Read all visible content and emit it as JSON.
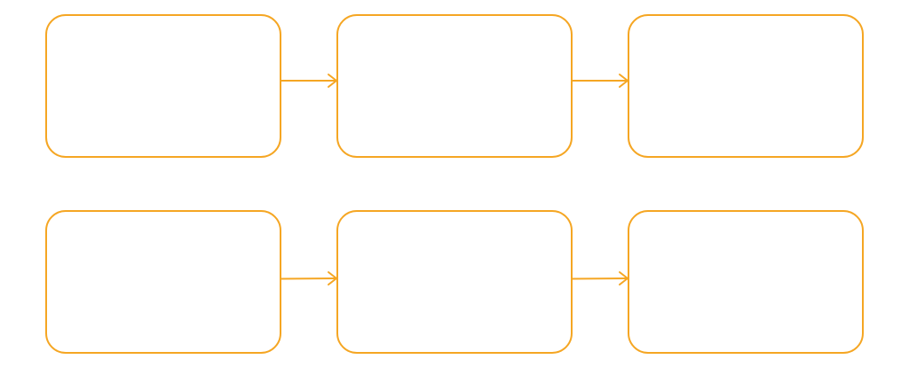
{
  "diagram": {
    "stroke_color": "#F5A623",
    "background": "#ffffff",
    "rows": [
      {
        "nodes": [
          {
            "label": ""
          },
          {
            "label": ""
          },
          {
            "label": ""
          }
        ],
        "edges": [
          {
            "from": 0,
            "to": 1
          },
          {
            "from": 1,
            "to": 2
          }
        ]
      },
      {
        "nodes": [
          {
            "label": ""
          },
          {
            "label": ""
          },
          {
            "label": ""
          }
        ],
        "edges": [
          {
            "from": 0,
            "to": 1
          },
          {
            "from": 1,
            "to": 2
          }
        ]
      }
    ]
  }
}
